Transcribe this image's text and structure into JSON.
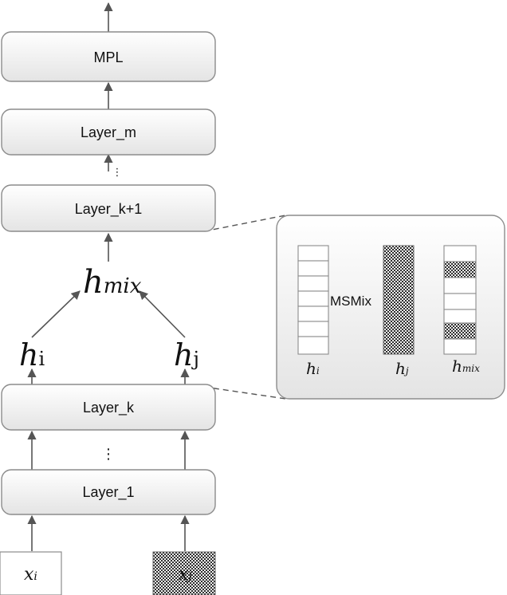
{
  "layers": {
    "mpl": "MPL",
    "layer_m": "Layer_m",
    "layer_k1": "Layer_k+1",
    "layer_k": "Layer_k",
    "layer_1": "Layer_1"
  },
  "ellipsis": "⋮",
  "hidden": {
    "h_mix": {
      "base": "h",
      "sub": "mix"
    },
    "h_i": {
      "base": "h",
      "sub": "i"
    },
    "h_j": {
      "base": "h",
      "sub": "j"
    }
  },
  "inputs": {
    "x_i": {
      "base": "x",
      "sub": "i"
    },
    "x_j": {
      "base": "x",
      "sub": "j"
    }
  },
  "inset": {
    "operation": "MSMix",
    "labels": {
      "h_i": {
        "base": "h",
        "sub": "i"
      },
      "h_j": {
        "base": "h",
        "sub": "j"
      },
      "h_mix": {
        "base": "h",
        "sub": "mix"
      }
    }
  },
  "colors": {
    "box_stroke": "#8c8c8c",
    "box_fill_top": "#ffffff",
    "box_fill_bottom": "#e6e6e6",
    "arrow": "#555555",
    "pattern_dark": "#333333"
  }
}
